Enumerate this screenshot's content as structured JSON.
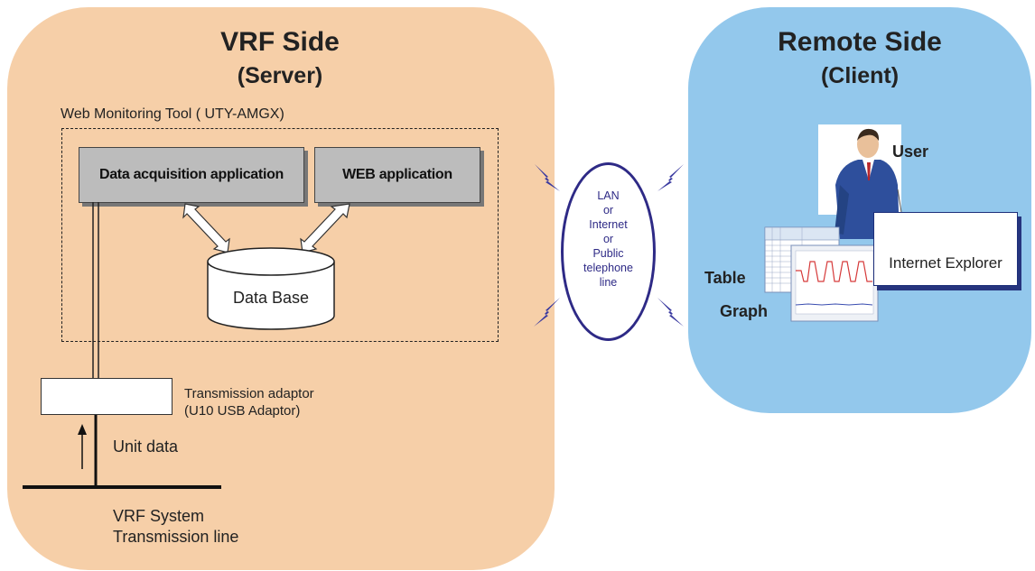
{
  "vrf_side": {
    "title": "VRF Side",
    "subtitle": "(Server)",
    "tool_label": "Web Monitoring Tool ( UTY-AMGX)",
    "data_acq_app": "Data acquisition application",
    "web_app": "WEB application",
    "database": "Data Base",
    "adaptor_line1": "Transmission adaptor",
    "adaptor_line2": "(U10 USB Adaptor)",
    "unit_data": "Unit data",
    "system_line1": "VRF System",
    "system_line2": "Transmission line"
  },
  "network": {
    "lines": [
      "LAN",
      "or",
      "Internet",
      "or",
      "Public",
      "telephone",
      "line"
    ]
  },
  "remote_side": {
    "title": "Remote Side",
    "subtitle": "(Client)",
    "user_label": "User",
    "browser_label": "Internet Explorer",
    "table_label": "Table",
    "graph_label": "Graph"
  },
  "colors": {
    "vrf_panel": "#f6cfa8",
    "remote_panel": "#93c8ec",
    "network_ellipse": "#2e2a86",
    "lightning": "#3a3aa0",
    "app_box": "#bcbcbc"
  }
}
